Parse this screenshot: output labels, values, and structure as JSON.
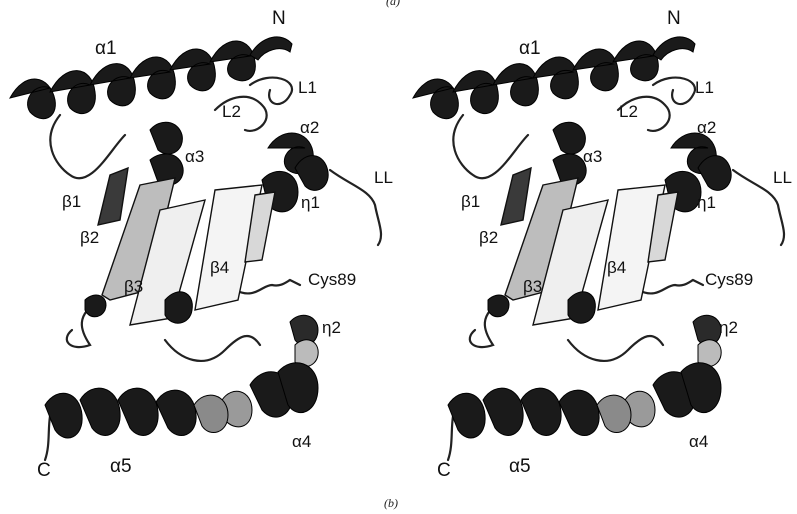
{
  "figure": {
    "panel_top_label": "(a)",
    "panel_label": "(b)"
  },
  "labels": {
    "N": "N",
    "C": "C",
    "alpha1": "α1",
    "alpha2": "α2",
    "alpha3": "α3",
    "alpha4": "α4",
    "alpha5": "α5",
    "beta1": "β1",
    "beta2": "β2",
    "beta3": "β3",
    "beta4": "β4",
    "eta1": "η1",
    "eta2": "η2",
    "L1": "L1",
    "L2": "L2",
    "LL": "LL",
    "cys": "Cys89"
  },
  "colors": {
    "helix": "#1a1a1a",
    "sheet_light": "#e6e6e6",
    "coil": "#2a2a2a"
  }
}
